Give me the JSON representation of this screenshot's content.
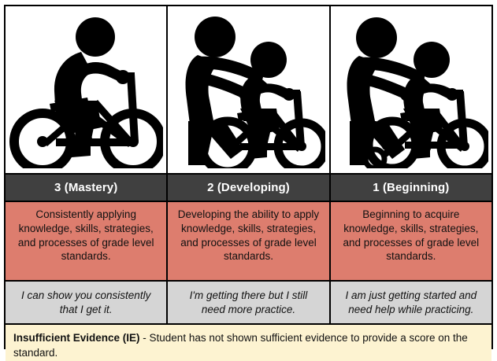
{
  "colors": {
    "header_bg": "#404040",
    "header_text": "#ffffff",
    "description_bg": "#dd7d6e",
    "quote_bg": "#d5d5d5",
    "footer_bg": "#fdf3d1",
    "border": "#000000",
    "figure": "#000000"
  },
  "columns": [
    {
      "illustration": "child-riding-bike-alone-icon",
      "level": "3 (Mastery)",
      "description": "Consistently applying knowledge, skills, strategies, and processes of grade level standards.",
      "quote": "I can show you consistently that I get it."
    },
    {
      "illustration": "adult-holding-child-on-bike-icon",
      "level": "2 (Developing)",
      "description": "Developing the ability to apply knowledge, skills, strategies, and processes of grade level standards.",
      "quote": "I'm getting there but I still need more practice."
    },
    {
      "illustration": "adult-holding-child-on-bike-with-training-wheels-icon",
      "level": "1 (Beginning)",
      "description": "Beginning to acquire knowledge, skills, strategies, and processes of grade level standards.",
      "quote": "I am just getting started and need help while practicing."
    }
  ],
  "footer": {
    "label": "Insufficient Evidence (IE)",
    "text": " - Student has not shown sufficient evidence to provide a score on the standard."
  }
}
